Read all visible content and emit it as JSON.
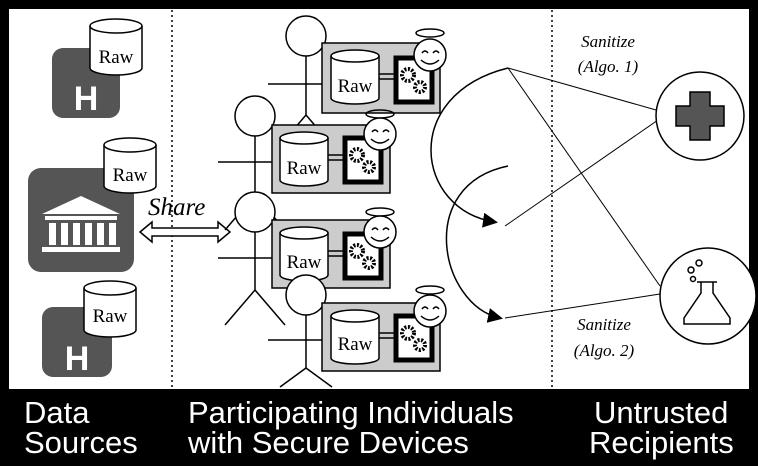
{
  "labels": {
    "raw": "Raw",
    "share": "Share",
    "sanitize_top_line1": "Sanitize",
    "sanitize_top_line2": "(Algo. 1)",
    "sanitize_bottom_line1": "Sanitize",
    "sanitize_bottom_line2": "(Algo. 2)",
    "hospital_letter": "H"
  },
  "footer": {
    "col1_line1": "Data",
    "col1_line2": "Sources",
    "col2_line1": "Participating Individuals",
    "col2_line2": "with Secure Devices",
    "col3_line1": "Untrusted",
    "col3_line2": "Recipients"
  },
  "icons": {
    "source_1": "hospital-icon",
    "source_2": "bank-icon",
    "source_3": "hospital-icon",
    "recipient_1": "medical-cross-icon",
    "recipient_2": "lab-flask-icon"
  }
}
